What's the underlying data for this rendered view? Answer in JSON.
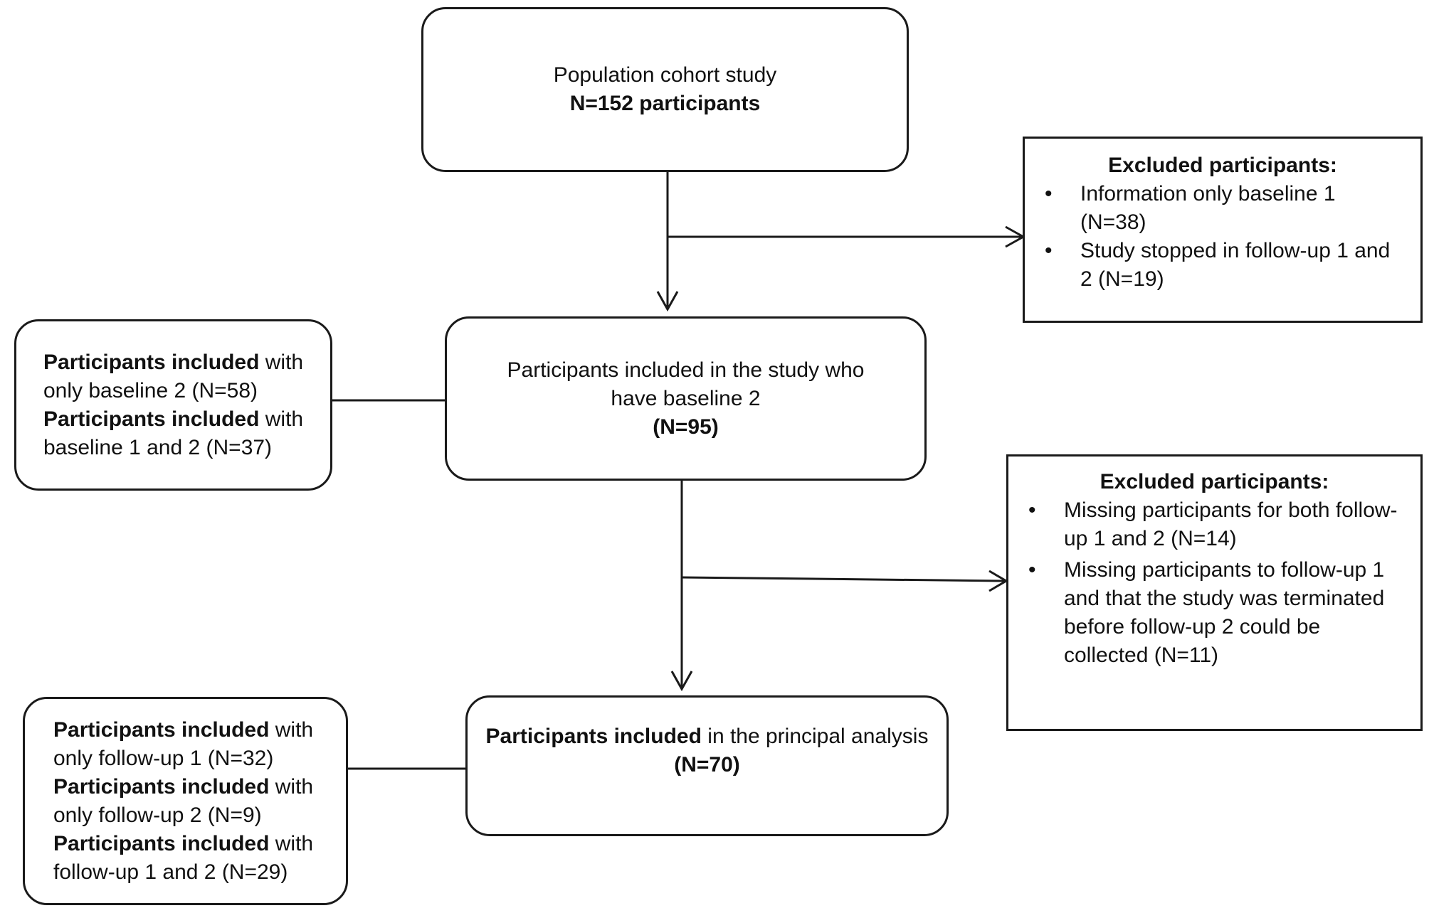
{
  "flowchart": {
    "top": {
      "line1": "Population cohort study",
      "line2": "N=152 participants"
    },
    "excluded1": {
      "title": "Excluded participants:",
      "items": [
        "Information only baseline 1 (N=38)",
        "Study stopped in follow-up 1 and 2 (N=19)"
      ]
    },
    "middle": {
      "line1": "Participants included in the study who have baseline 2",
      "line2": "(N=95)"
    },
    "left_middle": {
      "rows": [
        {
          "bold": "Participants included",
          "rest": " with only baseline 2 (N=58)"
        },
        {
          "bold": "Participants included",
          "rest": " with baseline 1 and 2 (N=37)"
        }
      ]
    },
    "excluded2": {
      "title": "Excluded participants:",
      "items": [
        "Missing participants for both follow-up 1 and 2 (N=14)",
        "Missing participants to follow-up 1 and that the study was terminated before follow-up 2 could be collected (N=11)"
      ]
    },
    "bottom": {
      "bold": "Participants included",
      "rest": " in the principal analysis",
      "line2": "(N=70)"
    },
    "left_bottom": {
      "rows": [
        {
          "bold": "Participants included",
          "rest": " with only follow-up 1 (N=32)"
        },
        {
          "bold": "Participants included",
          "rest": " with only follow-up 2 (N=9)"
        },
        {
          "bold": "Participants included",
          "rest": " with follow-up 1 and 2 (N=29)"
        }
      ]
    }
  }
}
